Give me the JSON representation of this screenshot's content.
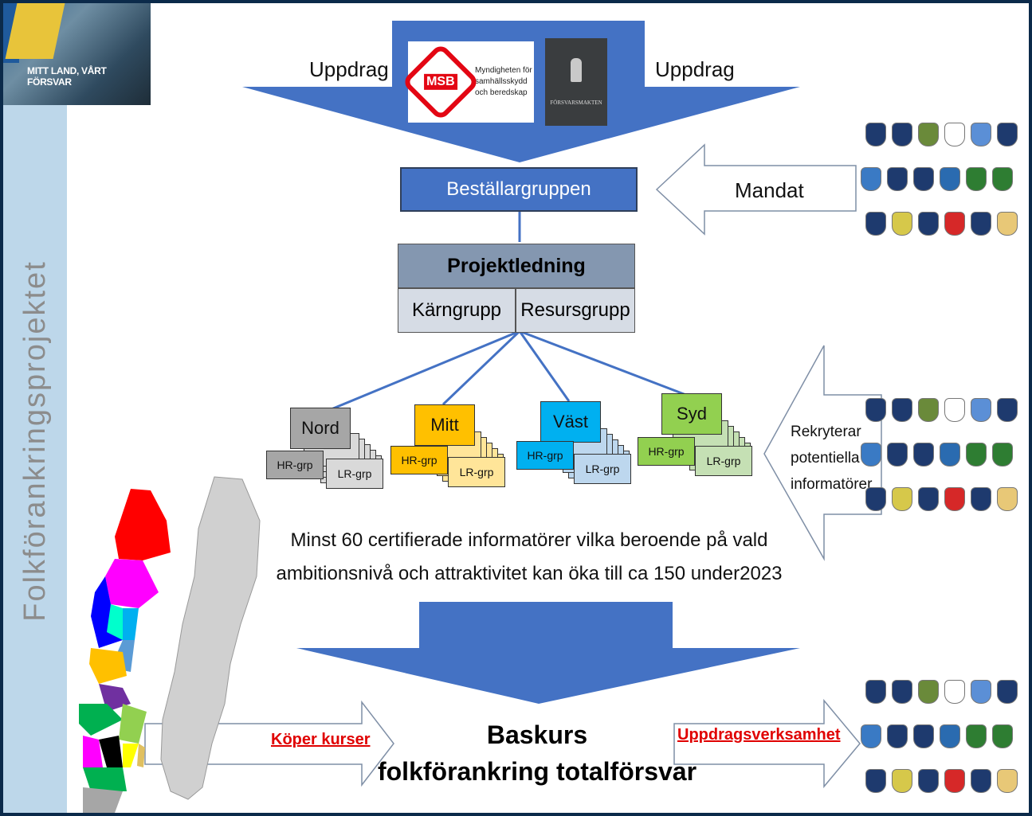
{
  "sidebar": {
    "title": "Folkförankringsprojektet",
    "banner_text": "MITT LAND, VÅRT FÖRSVAR"
  },
  "top": {
    "uppdrag_left": "Uppdrag",
    "uppdrag_right": "Uppdrag",
    "msb_logo": "MSB",
    "msb_text": [
      "Myndigheten för",
      "samhällsskydd",
      "och beredskap"
    ],
    "fm_text": "FÖRSVARSMAKTEN"
  },
  "bestallargruppen": "Beställargruppen",
  "mandat": "Mandat",
  "projekt": {
    "title": "Projektledning",
    "karngrupp": "Kärngrupp",
    "resursgrupp": "Resursgrupp"
  },
  "regions": [
    {
      "name": "Nord",
      "hr": "HR-grp",
      "lr": "LR-grp",
      "color": "#a6a6a6",
      "fill2": "#d9d9d9"
    },
    {
      "name": "Mitt",
      "hr": "HR-grp",
      "lr": "LR-grp",
      "color": "#ffc000",
      "fill2": "#ffe599"
    },
    {
      "name": "Väst",
      "hr": "HR-grp",
      "lr": "LR-grp",
      "color": "#00b0f0",
      "fill2": "#bdd7ee"
    },
    {
      "name": "Syd",
      "hr": "HR-grp",
      "lr": "LR-grp",
      "color": "#92d050",
      "fill2": "#c5e0b4"
    }
  ],
  "rekryterar": [
    "Rekryterar",
    "potentiella",
    "informatörer"
  ],
  "summary": [
    "Minst 60 certifierade informatörer vilka beroende på vald",
    "ambitionsnivå och attraktivitet kan öka till ca 150  under2023"
  ],
  "kop": "Köper kurser",
  "uppdragsverksamhet": "Uppdragsverksamhet",
  "baskurs": [
    "Baskurs",
    "folkförankring totalförsvar"
  ],
  "colors": {
    "arrow_blue": "#4472c4",
    "box_blue": "#4472c4",
    "projekt_header": "#8497b0",
    "projekt_sub": "#d6dce5",
    "link_red": "#e00000"
  },
  "logo_groups": [
    {
      "group": "top"
    },
    {
      "group": "middle"
    },
    {
      "group": "bottom"
    }
  ]
}
